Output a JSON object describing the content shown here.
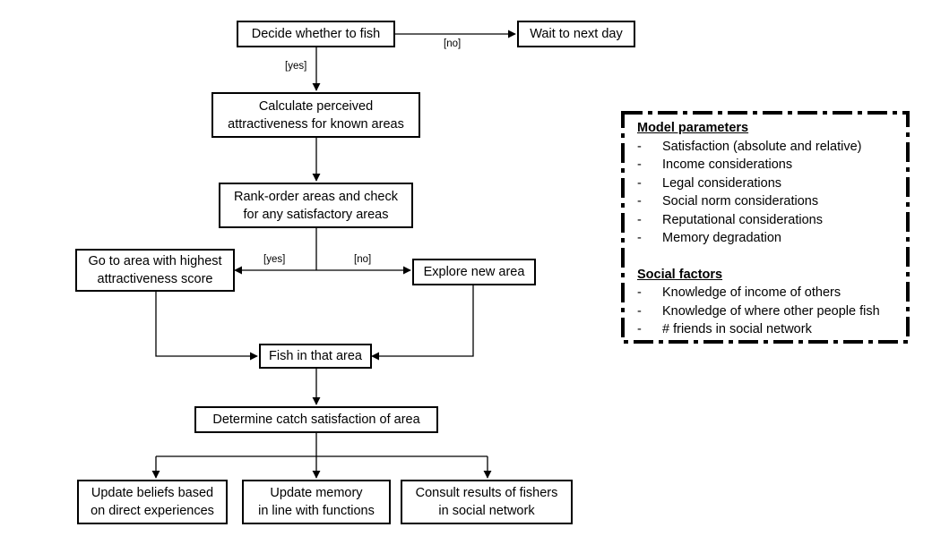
{
  "nodes": {
    "decide": "Decide whether to fish",
    "wait": "Wait to next day",
    "calculate": "Calculate perceived\nattractiveness for known areas",
    "rank": "Rank-order areas and check\nfor any satisfactory areas",
    "go_highest": "Go to area with highest\nattractiveness score",
    "explore": "Explore new area",
    "fish": "Fish in that area",
    "determine": "Determine catch satisfaction of area",
    "update_beliefs": "Update beliefs based\non direct experiences",
    "update_memory": "Update memory\nin line with functions",
    "consult": "Consult results of fishers\nin social network"
  },
  "edge_labels": {
    "decide_no": "[no]",
    "decide_yes": "[yes]",
    "rank_yes": "[yes]",
    "rank_no": "[no]"
  },
  "legend": {
    "model_heading": "Model parameters",
    "model_items": [
      "Satisfaction (absolute and relative)",
      "Income considerations",
      "Legal considerations",
      "Social norm considerations",
      "Reputational considerations",
      "Memory degradation"
    ],
    "social_heading": "Social factors",
    "social_items": [
      "Knowledge of income of others",
      "Knowledge of where other people fish",
      "# friends in social network"
    ],
    "bullet": "-"
  }
}
